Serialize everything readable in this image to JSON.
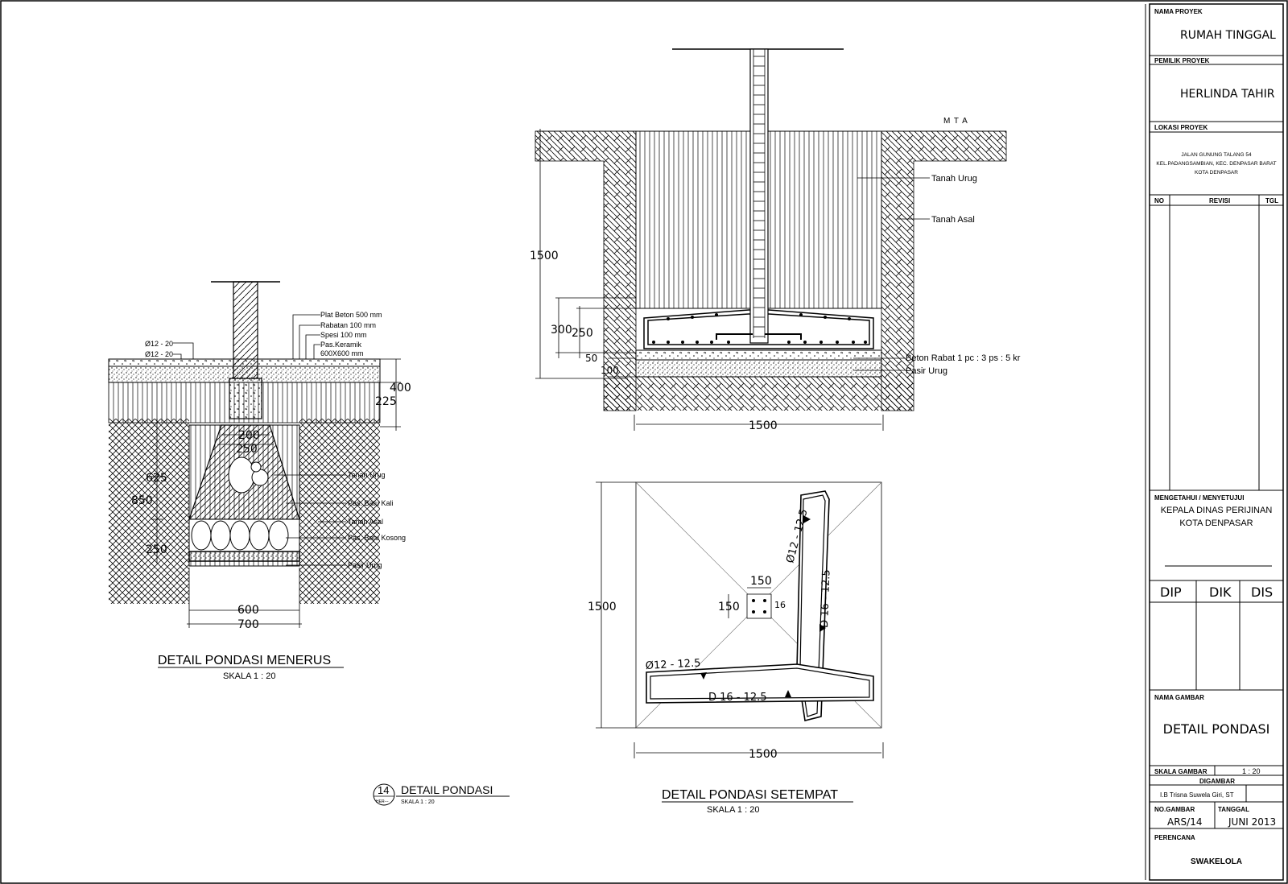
{
  "title_block": {
    "project_name_label": "NAMA PROYEK",
    "project_name": "RUMAH TINGGAL",
    "owner_label": "PEMILIK PROYEK",
    "owner": "HERLINDA TAHIR",
    "location_label": "LOKASI PROYEK",
    "location_lines": [
      "JALAN GUNUNG TALANG 54",
      "KEL.PADANGSAMBIAN, KEC. DENPASAR BARAT",
      "KOTA DENPASAR"
    ],
    "revision_headers": {
      "no": "NO",
      "revisi": "REVISI",
      "tgl": "TGL"
    },
    "approval_label": "MENGETAHUI  /  MENYETUJUI",
    "approval_lines": [
      "KEPALA DINAS PERIJINAN",
      "KOTA DENPASAR"
    ],
    "dip": "DIP",
    "dik": "DIK",
    "dis": "DIS",
    "drawing_name_label": "NAMA  GAMBAR",
    "drawing_name": "DETAIL PONDASI",
    "scale_label": "SKALA  GAMBAR",
    "scale_value": "1 : 20",
    "drawn_label": "DIGAMBAR",
    "drawn_by": "I.B Trisna Suwela Giri, ST",
    "drawing_no_label": "NO.GAMBAR",
    "drawing_no": "ARS/14",
    "date_label": "TANGGAL",
    "date": "JUNI 2013",
    "planner_label": "PERENCANA",
    "planner": "SWAKELOLA"
  },
  "detail_menerus": {
    "title": "DETAIL PONDASI MENERUS",
    "scale": "SKALA  1 : 20",
    "rebar_labels": [
      "Ø12 - 20",
      "Ø12 - 20"
    ],
    "layer_labels": [
      "Plat Beton 500 mm",
      "Rabatan 100 mm",
      "Spesi 100 mm",
      "Pas.Keramik",
      "600X600 mm"
    ],
    "material_labels": [
      "Tanah Urug",
      "Pas. Batu Kali",
      "Tanah Asal",
      "Pas. Batu Kosong",
      "Pasir Urug"
    ],
    "dims": {
      "d400": "400",
      "d225": "225",
      "d200": "200",
      "d250a": "250",
      "d625": "625",
      "d850": "850",
      "d250b": "250",
      "d600": "600",
      "d700": "700"
    }
  },
  "detail_setempat": {
    "title": "DETAIL PONDASI SETEMPAT",
    "scale": "SKALA  1 : 20",
    "mta": "M T A",
    "labels": [
      "Tanah Urug",
      "Tanah Asal",
      "Beton Rabat 1 pc : 3 ps : 5 kr",
      "Pasir Urug"
    ],
    "dims": {
      "d1500v": "1500",
      "d300": "300",
      "d250": "250",
      "d50": "50",
      "d100": "100",
      "d1500h": "1500"
    },
    "plan": {
      "d1500v": "1500",
      "d1500h": "1500",
      "d150a": "150",
      "d150b": "150",
      "d16": "16",
      "rebar_v1": "Ø12 - 12.5",
      "rebar_v2": "D 16 - 12.5",
      "rebar_h1": "Ø12 - 12.5",
      "rebar_h2": "D 16 - 12.5"
    }
  },
  "sheet_label": {
    "number": "14",
    "ref": "HER---",
    "title": "DETAIL PONDASI",
    "scale": "SKALA 1 : 20"
  }
}
